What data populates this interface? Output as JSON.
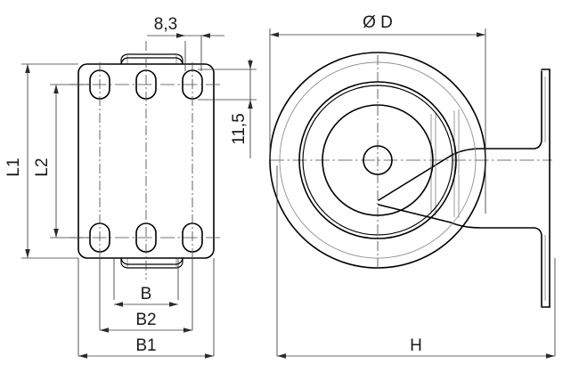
{
  "drawing": {
    "type": "engineering-drawing",
    "subject": "fixed caster with top plate",
    "views": [
      {
        "name": "top-view",
        "description": "mounting plate plan view with six oblong bolt slots"
      },
      {
        "name": "side-view",
        "description": "wheel and fork elevation"
      }
    ],
    "background_color": "#ffffff",
    "line_color": "#000000",
    "dimension_color": "#3a3a3a",
    "faint_color": "#8f8f8f"
  },
  "dimensions": {
    "bolt_slot_offset": "8,3",
    "edge_distance": "11,5",
    "plate_length_outer": "L1",
    "plate_length_inner": "L2",
    "bolt_spacing_inner": "B",
    "bolt_spacing_outer": "B2",
    "plate_width": "B1",
    "wheel_diameter": "Ø D",
    "overall_height": "H"
  },
  "labels": {
    "d83": "8,3",
    "d115": "11,5",
    "L1": "L1",
    "L2": "L2",
    "B": "B",
    "B2": "B2",
    "B1": "B1",
    "diameter_D": "Ø D",
    "H": "H"
  }
}
